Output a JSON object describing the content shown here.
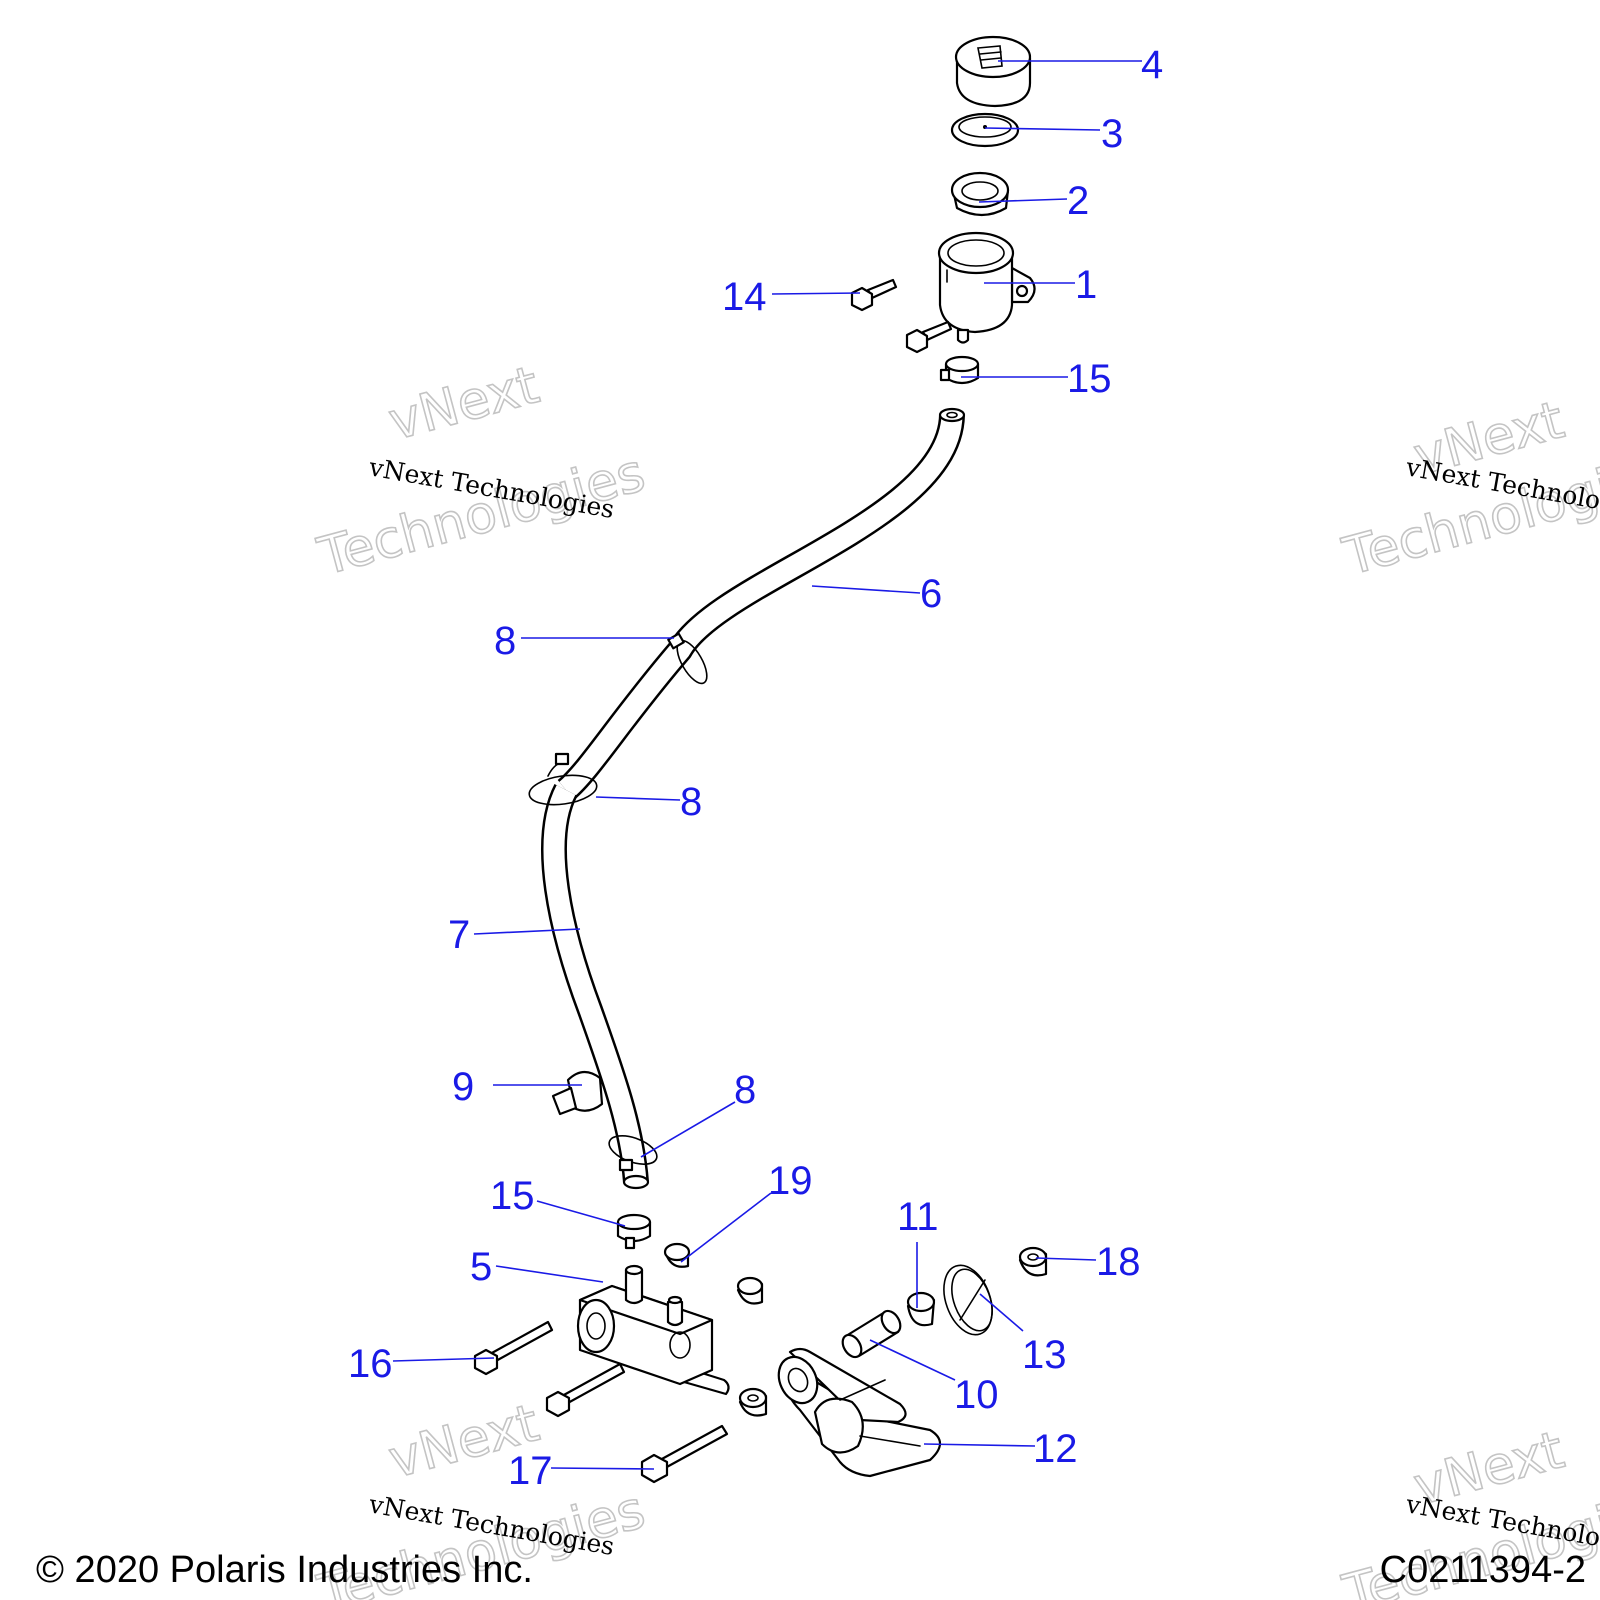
{
  "diagram": {
    "callouts": [
      {
        "id": "c4",
        "label": "4"
      },
      {
        "id": "c3",
        "label": "3"
      },
      {
        "id": "c2",
        "label": "2"
      },
      {
        "id": "c1",
        "label": "1"
      },
      {
        "id": "c14",
        "label": "14"
      },
      {
        "id": "c15a",
        "label": "15"
      },
      {
        "id": "c6",
        "label": "6"
      },
      {
        "id": "c8a",
        "label": "8"
      },
      {
        "id": "c8b",
        "label": "8"
      },
      {
        "id": "c7",
        "label": "7"
      },
      {
        "id": "c9",
        "label": "9"
      },
      {
        "id": "c8c",
        "label": "8"
      },
      {
        "id": "c15b",
        "label": "15"
      },
      {
        "id": "c19",
        "label": "19"
      },
      {
        "id": "c5",
        "label": "5"
      },
      {
        "id": "c11",
        "label": "11"
      },
      {
        "id": "c18",
        "label": "18"
      },
      {
        "id": "c13",
        "label": "13"
      },
      {
        "id": "c16",
        "label": "16"
      },
      {
        "id": "c10",
        "label": "10"
      },
      {
        "id": "c12",
        "label": "12"
      },
      {
        "id": "c17",
        "label": "17"
      }
    ],
    "callout_color": "#1a1ae6"
  },
  "watermark": {
    "big_line1": "vNext",
    "big_line2": "Technologies",
    "small": "vNext Technologies"
  },
  "footer": {
    "copyright": "© 2020 Polaris Industries Inc.",
    "drawing_id": "C0211394-2"
  }
}
